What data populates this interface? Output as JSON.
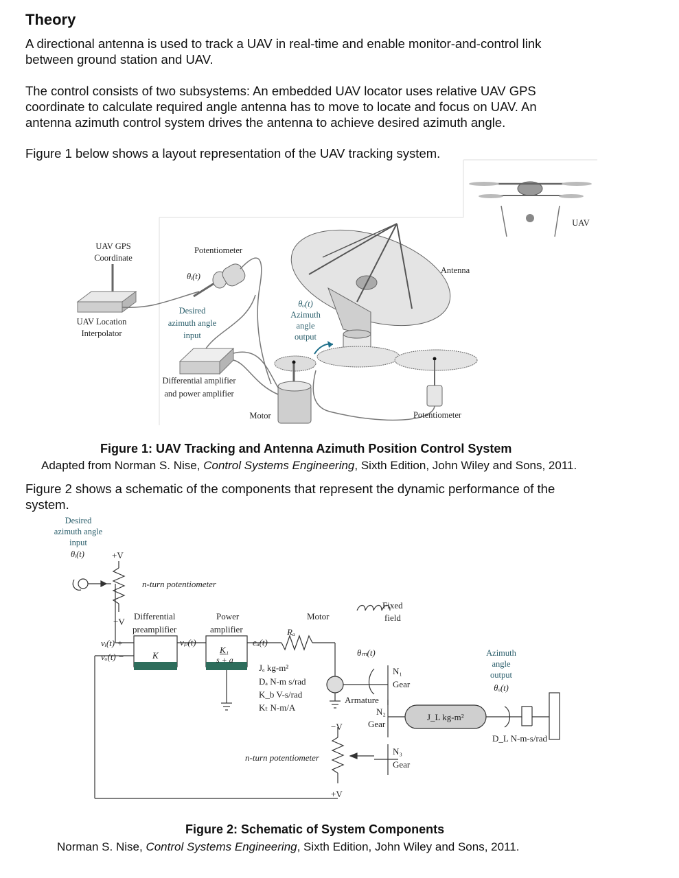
{
  "heading": "Theory",
  "paragraphs": [
    [
      "A directional antenna is used to track a UAV in real-time and enable monitor-and-control link",
      "between ground station and UAV."
    ],
    [
      "The control consists of two subsystems: An embedded UAV locator uses relative UAV GPS",
      "coordinate to calculate required angle antenna has to move to locate and focus on UAV. An",
      "antenna azimuth control system drives the antenna to achieve desired azimuth angle."
    ],
    [
      "Figure 1 below shows a layout representation of the UAV tracking system."
    ]
  ],
  "figure1": {
    "labels": {
      "uav_gps_1": "UAV GPS",
      "uav_gps_2": "Coordinate",
      "potentiometer_top": "Potentiometer",
      "theta_i": "θᵢ(t)",
      "desired_1": "Desired",
      "desired_2": "azimuth angle",
      "desired_3": "input",
      "uav_loc_1": "UAV Location",
      "uav_loc_2": "Interpolator",
      "theta_o": "θₒ(t)",
      "azimuth_1": "Azimuth",
      "azimuth_2": "angle",
      "azimuth_3": "output",
      "antenna": "Antenna",
      "uav": "UAV",
      "diff_amp_1": "Differential amplifier",
      "diff_amp_2": "and power amplifier",
      "motor": "Motor",
      "potentiometer_bottom": "Potentiometer"
    },
    "caption": "Figure 1: UAV Tracking and Antenna Azimuth Position Control System",
    "credit_prefix": "Adapted from Norman S. Nise, ",
    "credit_title": "Control Systems Engineering",
    "credit_suffix": ", Sixth Edition, John Wiley and Sons, 2011."
  },
  "paragraph_fig2": [
    "Figure 2 shows a schematic of the components that represent the dynamic performance of the",
    "system."
  ],
  "figure2": {
    "labels": {
      "desired_1": "Desired",
      "desired_2": "azimuth angle",
      "desired_3": "input",
      "theta_i": "θᵢ(t)",
      "plus_v_top": "+V",
      "minus_v_left": "−V",
      "n_turn_top": "n-turn potentiometer",
      "differential": "Differential",
      "preamplifier": "preamplifier",
      "power": "Power",
      "amplifier": "amplifier",
      "motor": "Motor",
      "fixed": "Fixed",
      "field": "field",
      "vi": "vᵢ(t)  +",
      "vo": "vₒ(t)  −",
      "k": "K",
      "vp": "vₚ(t)",
      "k1": "K₁",
      "s_plus_a": "s + a",
      "ea": "eₐ(t)",
      "ra": "Rₐ",
      "theta_m": "θₘ(t)",
      "ja": "Jₐ  kg-m²",
      "da": "Dₐ  N-m s/rad",
      "kb": "K_b  V-s/rad",
      "kt": "Kₜ  N-m/A",
      "n1": "N₁",
      "gear1": "Gear",
      "armature": "Armature",
      "n2": "N₂",
      "gear2": "Gear",
      "minus_v_mid": "−V",
      "jl": "J_L  kg-m²",
      "azimuth_1": "Azimuth",
      "azimuth_2": "angle",
      "azimuth_3": "output",
      "theta_o": "θₒ(t)",
      "dl": "D_L  N-m-s/rad",
      "n_turn_bottom": "n-turn potentiometer",
      "n3": "N₃",
      "gear3": "Gear",
      "plus_v_bottom": "+V"
    },
    "caption": "Figure 2: Schematic of System Components",
    "credit_prefix": "Norman S. Nise, ",
    "credit_title": "Control Systems Engineering",
    "credit_suffix": ", Sixth Edition, John Wiley and Sons, 2011."
  },
  "colors": {
    "teal_block": "#2e6d5c",
    "label_teal": "#2a5e6b",
    "line": "#333333"
  }
}
